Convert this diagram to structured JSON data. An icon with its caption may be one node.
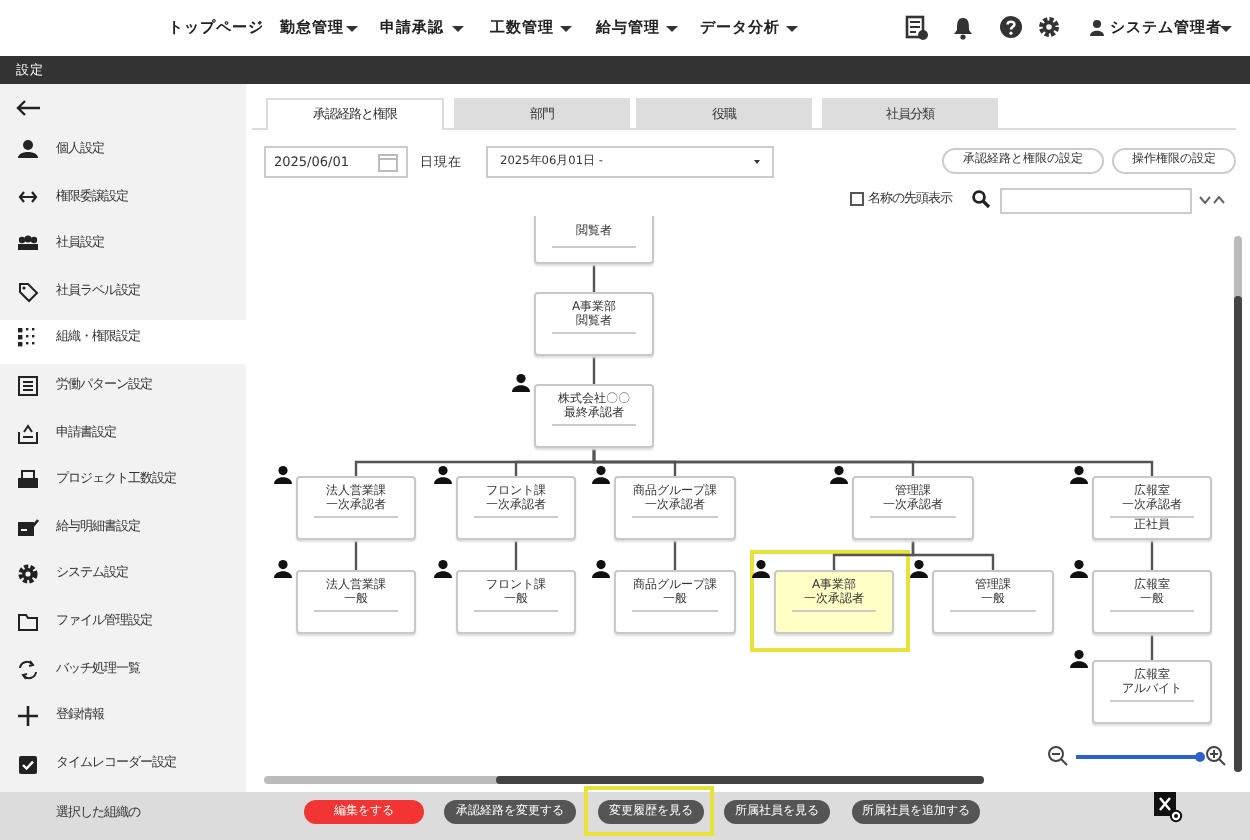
{
  "diagram": {
    "nodes": [
      {
        "text": [
          "閲覧者"
        ]
      },
      {
        "text": [
          "A事業部閲覧者"
        ]
      },
      {
        "text": [
          "株式会社〇〇最終承認者"
        ]
      },
      {
        "text": [
          "法人営業課一次承認者"
        ]
      },
      {
        "text": [
          "フロント課一次承認者"
        ]
      },
      {
        "text": [
          "商品グループ課一次承認者"
        ]
      },
      {
        "text": [
          "管理課一次承認者"
        ]
      },
      {
        "text": [
          "広報室一次承認者",
          "正社員"
        ]
      },
      {
        "text": [
          "法人営業課一般"
        ]
      },
      {
        "text": [
          "フロント課一般"
        ]
      },
      {
        "text": [
          "商品グループ課一般"
        ]
      },
      {
        "text": [
          "A事業部一次承認者"
        ]
      },
      {
        "text": [
          "管理課一般"
        ]
      },
      {
        "text": [
          "広報室一般"
        ]
      },
      {
        "text": [
          "広報室アルバイト"
        ]
      }
    ],
    "edges": [
      {
        "from": 0,
        "to": 1,
        "arrow": "none"
      },
      {
        "from": 1,
        "to": 2,
        "arrow": "none"
      },
      {
        "from": 2,
        "to": 3,
        "arrow": "none"
      },
      {
        "from": 2,
        "to": 4,
        "arrow": "none"
      },
      {
        "from": 2,
        "to": 5,
        "arrow": "none"
      },
      {
        "from": 2,
        "to": 6,
        "arrow": "none"
      },
      {
        "from": 2,
        "to": 7,
        "arrow": "none"
      },
      {
        "from": 3,
        "to": 8,
        "arrow": "none"
      },
      {
        "from": 4,
        "to": 9,
        "arrow": "none"
      },
      {
        "from": 5,
        "to": 10,
        "arrow": "none"
      },
      {
        "from": 6,
        "to": 11,
        "arrow": "none"
      },
      {
        "from": 6,
        "to": 12,
        "arrow": "none"
      },
      {
        "from": 7,
        "to": 13,
        "arrow": "none"
      },
      {
        "from": 13,
        "to": 14,
        "arrow": "none"
      }
    ],
    "labels": [
      "トップページ",
      "勤怠管理",
      "申請承認",
      "工数管理",
      "給与管理",
      "データ分析",
      "システム管理者",
      "設定",
      "個人設定",
      "権限委譲設定",
      "社員設定",
      "社員ラベル設定",
      "組織・権限設定",
      "労働パターン設定",
      "申請書設定",
      "プロジェクト工数設定",
      "給与明細書設定",
      "システム設定",
      "ファイル管理設定",
      "バッチ処理一覧",
      "登録情報",
      "タイムレコーダー設定",
      "承認経路と権限",
      "部門",
      "役職",
      "社員分類",
      "2025/06/01",
      "日現在",
      "2025年06月01日 -",
      "承認経路と権限の設定",
      "操作権限の設定",
      "名称の先頭表示",
      "選択した組織の",
      "編集をする",
      "承認経路を変更する",
      "変更履歴を見る",
      "所属社員を見る",
      "所属社員を追加する"
    ]
  }
}
